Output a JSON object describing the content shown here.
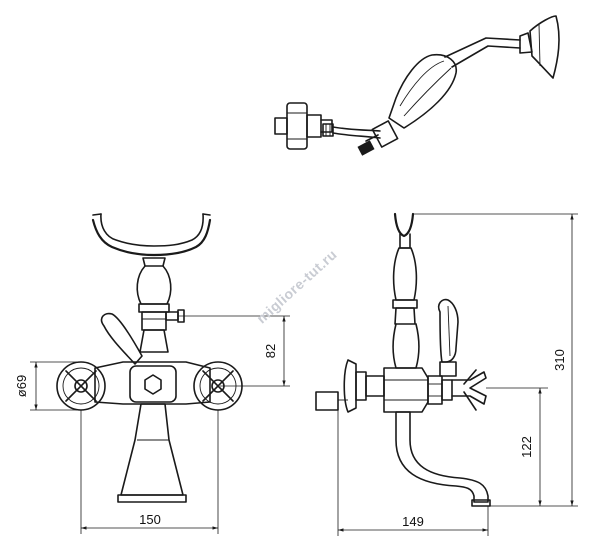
{
  "dimensions": {
    "width_front": "150",
    "diameter": "ø69",
    "handle_height": "82",
    "depth_side": "149",
    "total_height": "310",
    "spout_height": "122"
  },
  "watermark": "migliore-tut.ru",
  "colors": {
    "line": "#1a1a1a",
    "watermark": "#c9ccd3",
    "background": "#ffffff"
  },
  "icons": [
    "front-view-drawing",
    "side-view-drawing",
    "hand-shower-drawing"
  ]
}
